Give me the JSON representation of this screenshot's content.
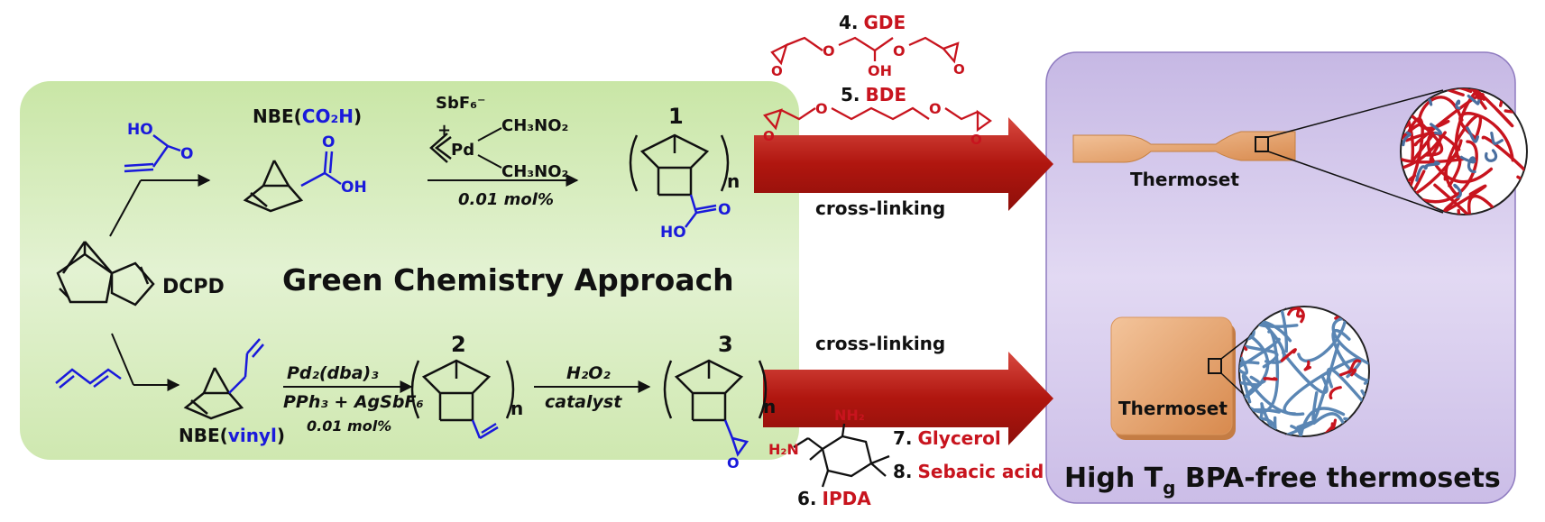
{
  "panel_title": "Green Chemistry Approach",
  "result_title_main": "High T",
  "result_title_sub": "g",
  "result_title_rest": " BPA-free thermosets",
  "dcpd": "DCPD",
  "nbe_acid": {
    "prefix": "NBE(",
    "group": "CO₂H",
    "suffix": ")"
  },
  "nbe_vinyl": {
    "prefix": "NBE(",
    "group": "vinyl",
    "suffix": ")"
  },
  "catalyst_pd": {
    "counterion": "SbF₆⁻",
    "plus": "+",
    "pd": "Pd",
    "ligand1": "CH₃NO₂",
    "ligand2": "CH₃NO₂",
    "loading": "0.01 mol%"
  },
  "catalyst_vinyl": {
    "line1": "Pd₂(dba)₃",
    "line2": "PPh₃ + AgSbF₆",
    "loading": "0.01 mol%"
  },
  "epoxidation": {
    "reagent": "H₂O₂",
    "catalyst": "catalyst"
  },
  "polymer_numbers": [
    "1",
    "2",
    "3"
  ],
  "repeat_n": "n",
  "cooh_labels": {
    "ho": "HO",
    "o": "O",
    "oh": "OH"
  },
  "crosslinking": "cross-linking",
  "crosslinkers": [
    {
      "num": "4.",
      "name": "GDE"
    },
    {
      "num": "5.",
      "name": "BDE"
    },
    {
      "num": "6.",
      "name": "IPDA"
    },
    {
      "num": "7.",
      "name": "Glycerol"
    },
    {
      "num": "8.",
      "name": "Sebacic acid"
    }
  ],
  "atoms": {
    "O": "O",
    "OH": "OH",
    "NH2": "NH₂",
    "H2N": "H₂N",
    "HO": "HO"
  },
  "thermoset": "Thermoset",
  "colors": {
    "green_panel": "#dcefc6",
    "purple_panel": "#d2c5ea",
    "arrow_red": "#c0201c",
    "blue": "#1a1adb",
    "red": "#c8141e",
    "orange": "#e39f66"
  }
}
